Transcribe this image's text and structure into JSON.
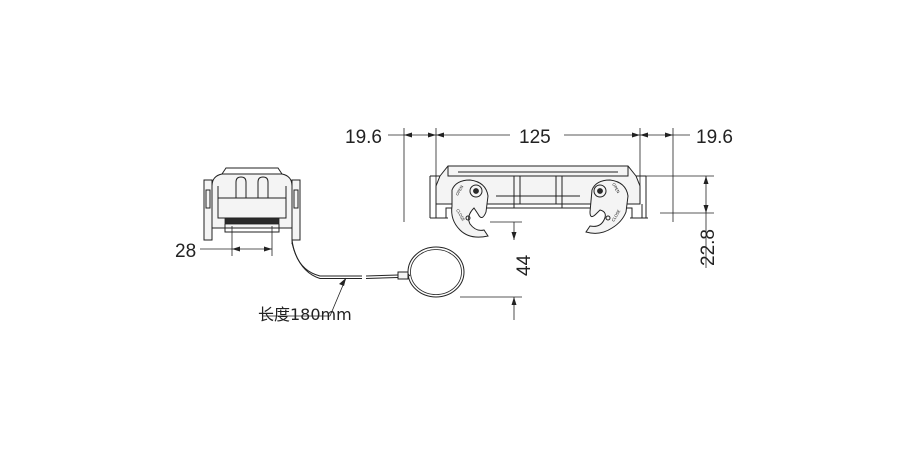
{
  "dimensions": {
    "left_overhang": "19.6",
    "center_span": "125",
    "right_overhang": "19.6",
    "height_right": "22.8",
    "loop_height": "44",
    "side_width": "28"
  },
  "notes": {
    "cable_length": "长度180mm"
  },
  "latch_labels": {
    "open": "OPEN",
    "close": "CLOSE"
  }
}
